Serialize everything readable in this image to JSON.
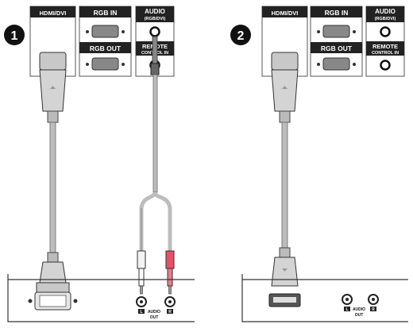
{
  "steps": {
    "one": "1",
    "two": "2"
  },
  "ports": {
    "hdmi_dvi": "HDMI/DVI",
    "rgb_in": "RGB IN",
    "rgb_out": "RGB OUT",
    "audio": "AUDIO",
    "audio_sub": "(RGB/DVI)",
    "remote": "REMOTE",
    "control_in": "CONTROL IN"
  },
  "pc": {
    "audio_out": "AUDIO",
    "out": "OUT",
    "left": "L",
    "right": "R"
  }
}
